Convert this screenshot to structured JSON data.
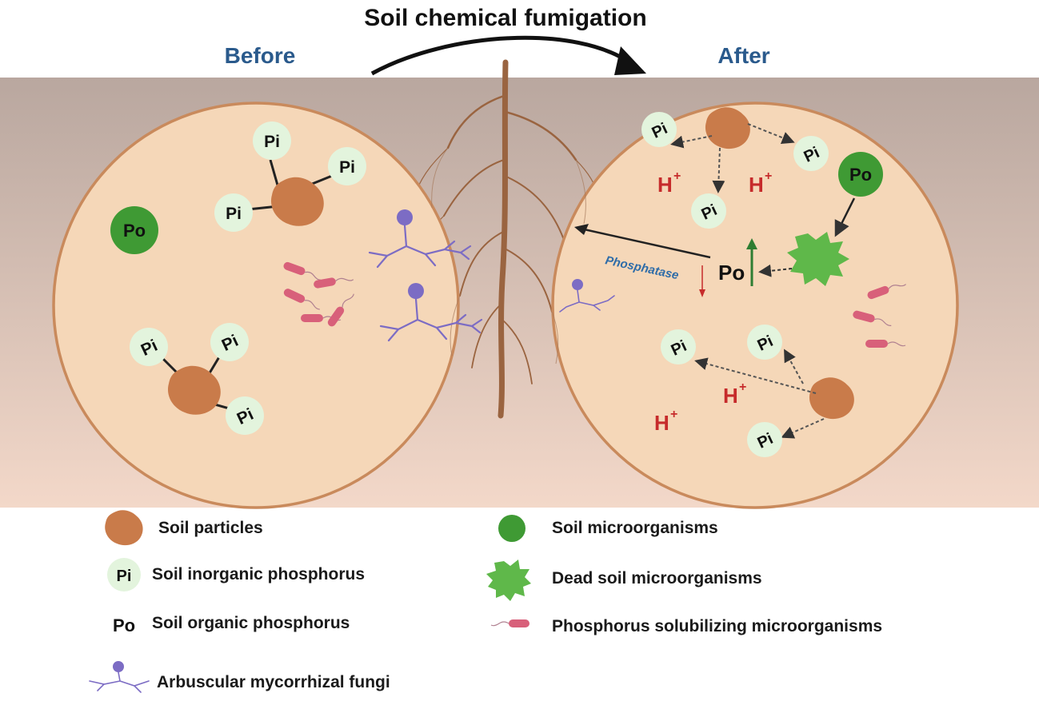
{
  "title": "Soil chemical fumigation",
  "panels": {
    "before": "Before",
    "after": "After"
  },
  "labels": {
    "pi": "Pi",
    "po": "Po",
    "h_plus": "H",
    "plus_sign": "+",
    "phosphatase": "Phosphatase"
  },
  "legend": {
    "soil_particles": "Soil particles",
    "inorganic_p": "Soil inorganic phosphorus",
    "organic_p": "Soil organic phosphorus",
    "amf": "Arbuscular mycorrhizal fungi",
    "microorganisms": "Soil microorganisms",
    "dead_microorganisms": "Dead soil microorganisms",
    "psm": "Phosphorus solubilizing microorganisms"
  },
  "colors": {
    "soil_top": "#b9a79f",
    "soil_bottom": "#f3d8c9",
    "circle_fill": "#f5d7b8",
    "circle_stroke": "#c98a5c",
    "particle": "#c97b4a",
    "pi_fill": "#e3f4dd",
    "po_green": "#3f9a34",
    "dead_green": "#5fb84a",
    "h_red": "#c62b2b",
    "panel_title_blue": "#2a5a8c",
    "phosphatase_blue": "#2e6ca8",
    "bacteria": "#d8607a",
    "fungi": "#7c6cc4",
    "root": "#9a6440"
  }
}
